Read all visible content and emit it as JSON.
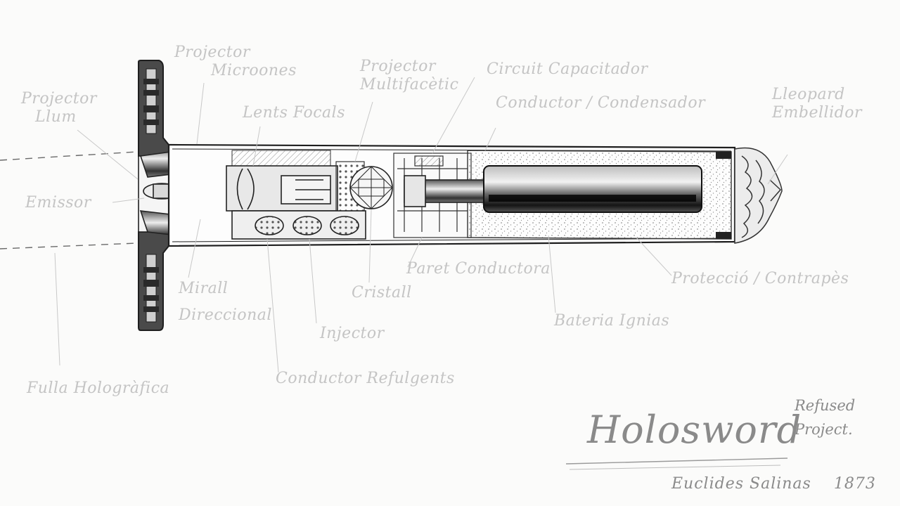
{
  "labels": {
    "projector_llum": [
      "Projector",
      "Llum"
    ],
    "projector_microones": [
      "Projector",
      "Microones"
    ],
    "lents_focals": "Lents Focals",
    "projector_multifacetic": [
      "Projector",
      "Multifacètic"
    ],
    "circuit_capacitador": "Circuit Capacitador",
    "conductor_condensador": "Conductor / Condensador",
    "lleopard_embellidor": [
      "Lleopard",
      "Embellidor"
    ],
    "emissor": "Emissor",
    "mirall_direccional": [
      "Mirall",
      "Direccional"
    ],
    "injector": "Injector",
    "cristall": "Cristall",
    "paret_conductora": "Paret Conductora",
    "bateria_ignias": "Bateria Ignias",
    "proteccio_contrapes": "Protecció / Contrapès",
    "fulla_holografica": "Fulla Hologràfica",
    "conductor_refulgents": "Conductor Refulgents"
  },
  "title": "Holosword",
  "note": [
    "Refused",
    "Project."
  ],
  "signature": {
    "name": "Euclides Salinas",
    "year": "1873"
  },
  "colors": {
    "paper": "#fbfbfa",
    "ink": "#2a2a2a",
    "label": "#c4c4c4",
    "signature": "#8a8a8a"
  }
}
